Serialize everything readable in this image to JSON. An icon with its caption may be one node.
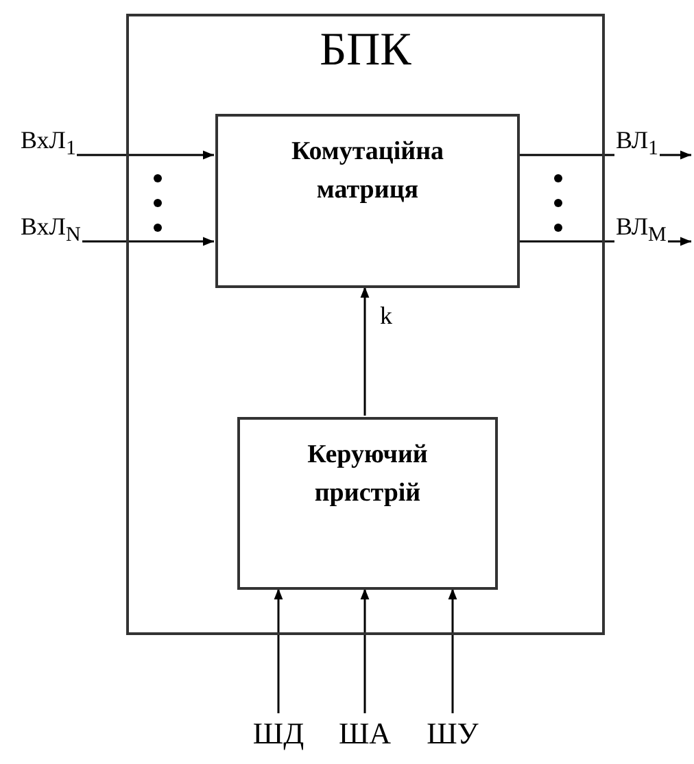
{
  "diagram": {
    "nodes": [
      {
        "text": [
          "БПК"
        ]
      },
      {
        "text": [
          "Комутаційна матриця"
        ],
        "in": 0
      },
      {
        "text": [
          "Керуючий пристрій"
        ],
        "in": 0
      },
      {
        "text": [
          "ШД"
        ]
      },
      {
        "text": [
          "ША"
        ]
      },
      {
        "text": [
          "ШУ"
        ]
      }
    ],
    "edges": [
      {
        "from": null,
        "to": 1,
        "arrow": "to",
        "label": "ВхЛ$_{1}$"
      },
      {
        "from": null,
        "to": 1,
        "arrow": "to",
        "label": "ВхЛ$_{N}$"
      },
      {
        "from": 1,
        "to": null,
        "arrow": "to",
        "label": "ВЛ$_{1}$"
      },
      {
        "from": 1,
        "to": null,
        "arrow": "to",
        "label": "ВЛ$_{M}$"
      },
      {
        "from": 2,
        "to": 1,
        "arrow": "to",
        "label": "k"
      },
      {
        "from": 3,
        "to": 2,
        "arrow": "to"
      },
      {
        "from": 4,
        "to": 2,
        "arrow": "to"
      },
      {
        "from": 5,
        "to": 2,
        "arrow": "to"
      }
    ]
  }
}
